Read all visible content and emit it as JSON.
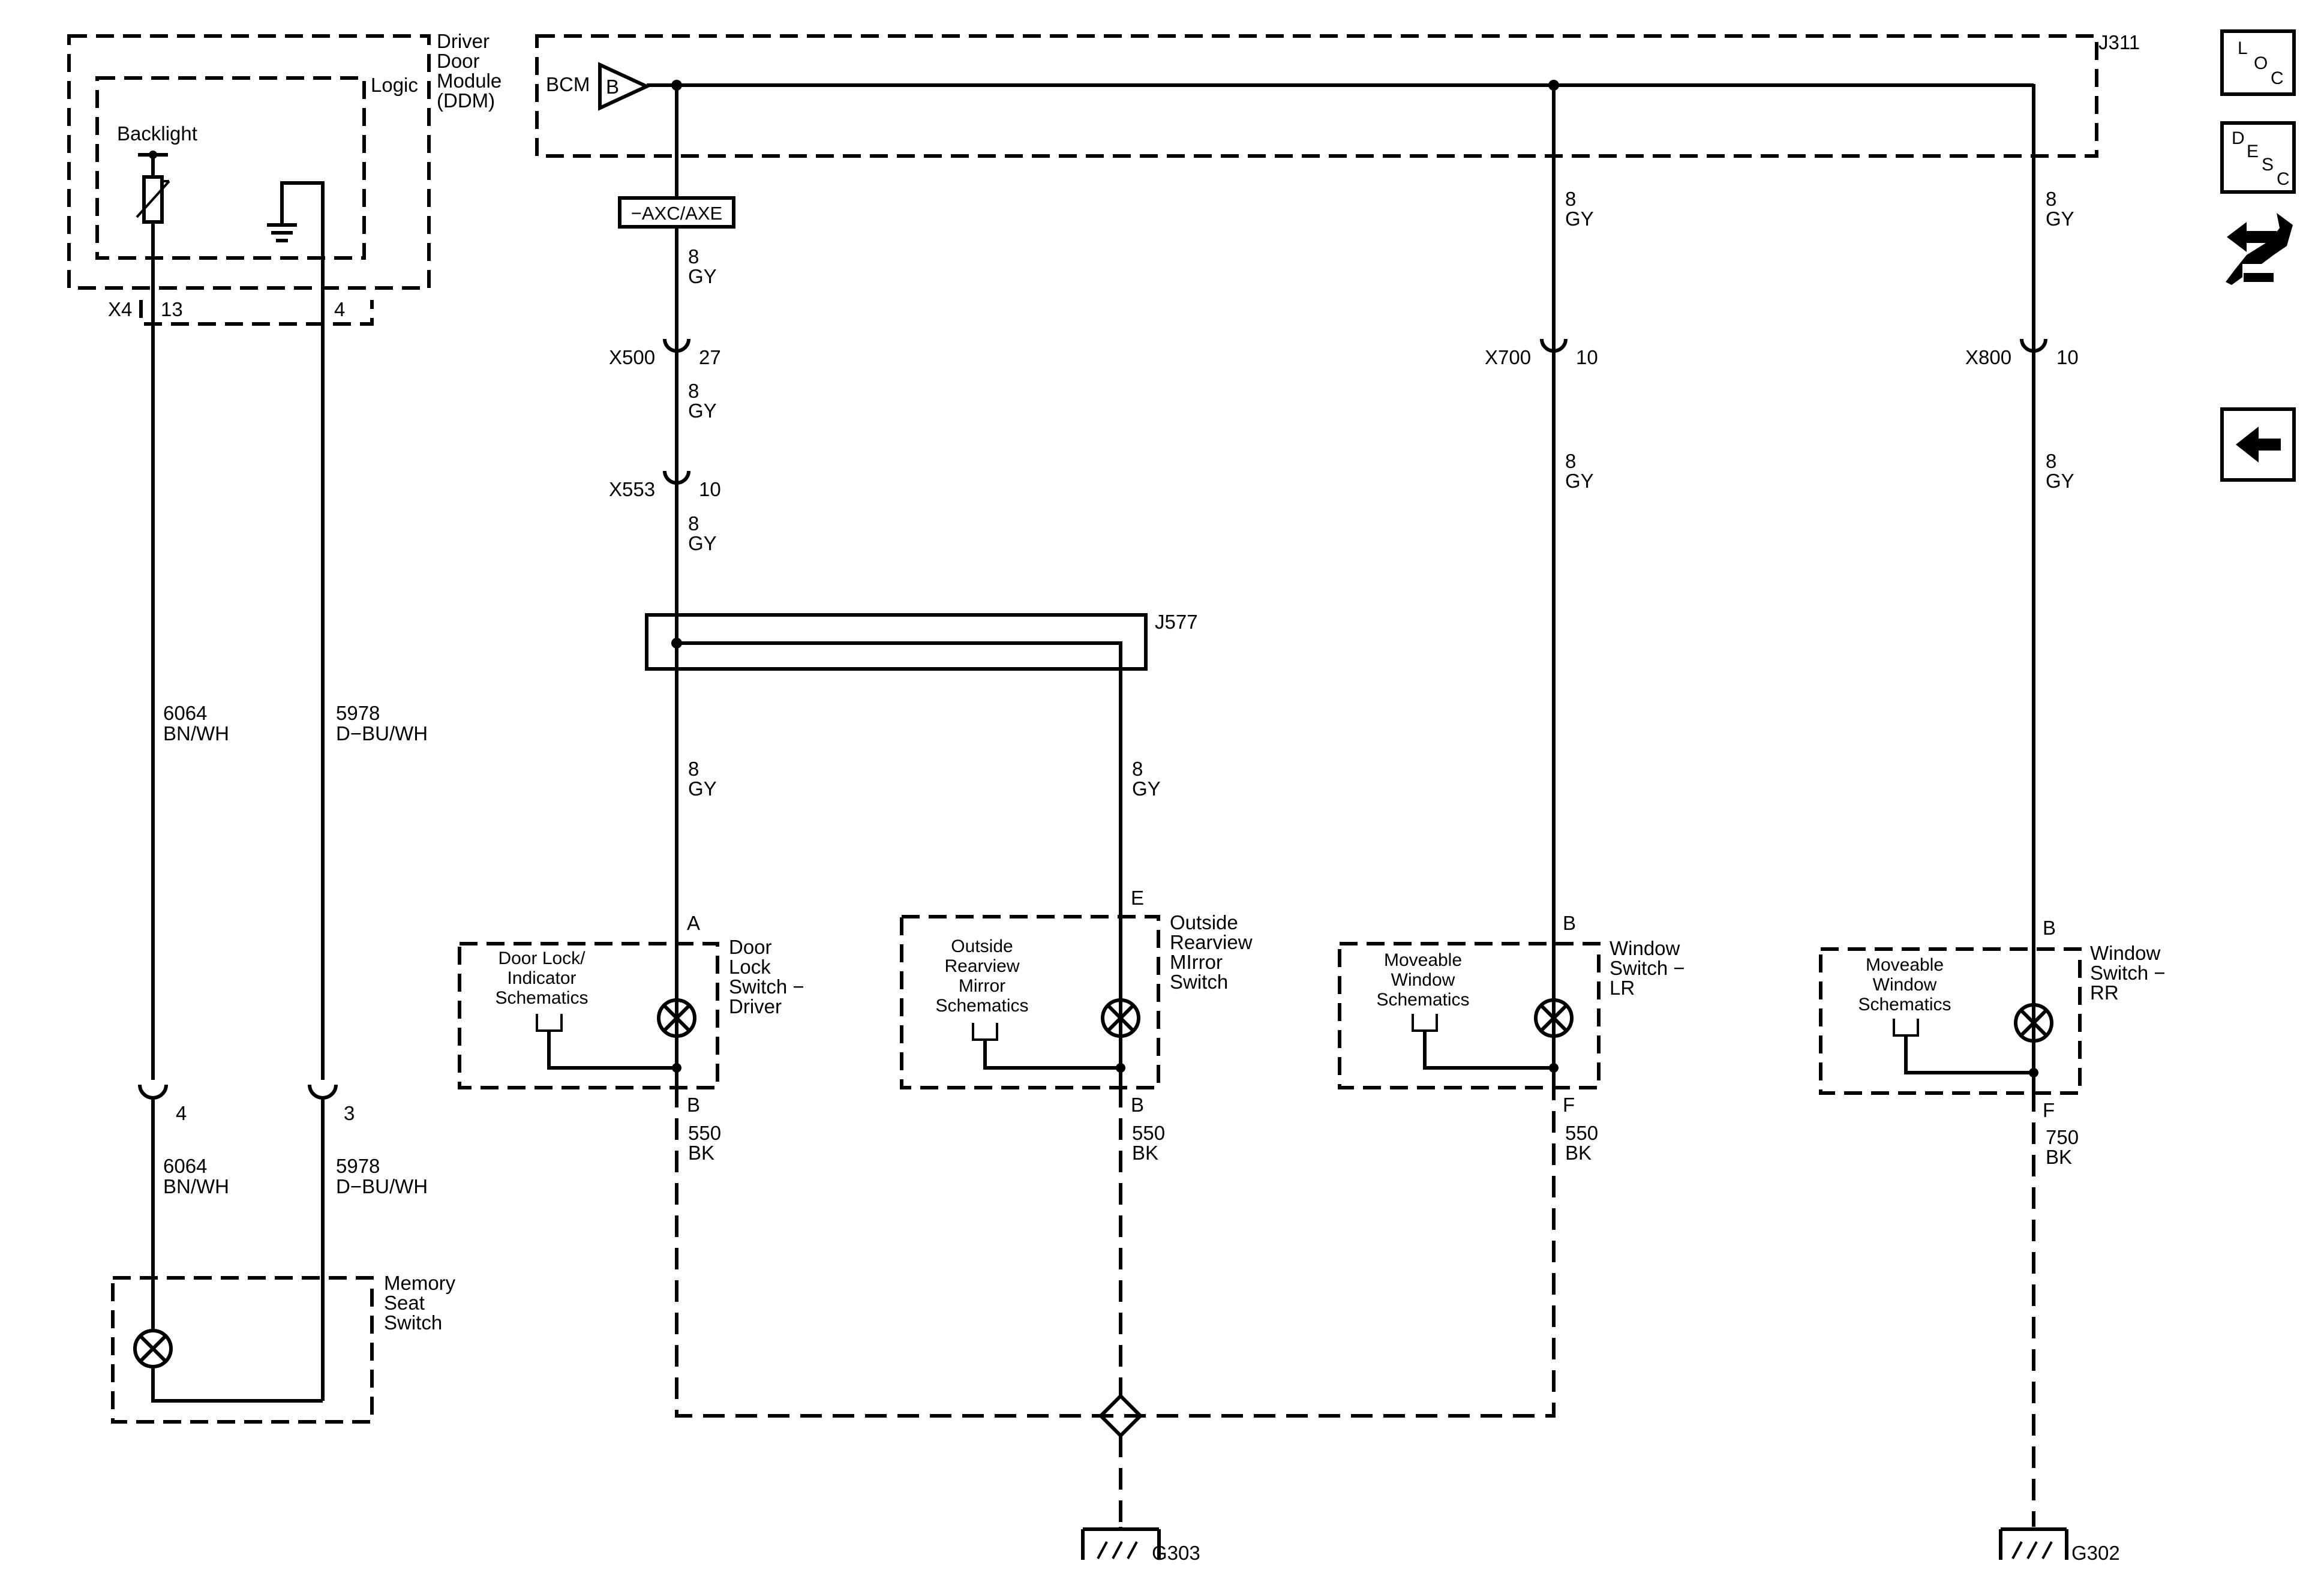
{
  "ddm": {
    "title_lines": [
      "Driver",
      "Door",
      "Module",
      "(DDM)"
    ],
    "logic_label": "Logic",
    "backlight_label": "Backlight",
    "connector": "X4",
    "pin_13": "13",
    "pin_4": "4"
  },
  "bcm": {
    "label": "BCM",
    "pin": "B",
    "splice": "J311"
  },
  "option_code": "−AXC/AXE",
  "connectors": {
    "x500": {
      "id": "X500",
      "pin": "27"
    },
    "x553": {
      "id": "X553",
      "pin": "10"
    },
    "x700": {
      "id": "X700",
      "pin": "10"
    },
    "x800": {
      "id": "X800",
      "pin": "10"
    },
    "memory_pin_4": "4",
    "memory_pin_3": "3"
  },
  "splice_j577": "J577",
  "wires": {
    "gy_size": "8",
    "gy_color": "GY",
    "bk_size_550": "550",
    "bk_size_750": "750",
    "bk_color": "BK",
    "w6064_num": "6064",
    "w6064_color": "BN/WH",
    "w5978_num": "5978",
    "w5978_color": "D−BU/WH"
  },
  "components": {
    "door_lock": {
      "ref_lines": [
        "Door Lock/",
        "Indicator",
        "Schematics"
      ],
      "name_lines": [
        "Door",
        "Lock",
        "Switch −",
        "Driver"
      ],
      "pin_top": "A",
      "pin_bottom": "B"
    },
    "mirror": {
      "ref_lines": [
        "Outside",
        "Rearview",
        "Mirror",
        "Schematics"
      ],
      "name_lines": [
        "Outside",
        "Rearview",
        "MIrror",
        "Switch"
      ],
      "pin_top": "E",
      "pin_bottom": "B"
    },
    "window_lr": {
      "ref_lines": [
        "Moveable",
        "Window",
        "Schematics"
      ],
      "name_lines": [
        "Window",
        "Switch −",
        "LR"
      ],
      "pin_top": "B",
      "pin_bottom": "F"
    },
    "window_rr": {
      "ref_lines": [
        "Moveable",
        "Window",
        "Schematics"
      ],
      "name_lines": [
        "Window",
        "Switch −",
        "RR"
      ],
      "pin_top": "B",
      "pin_bottom": "F"
    },
    "memory_seat": {
      "name_lines": [
        "Memory",
        "Seat",
        "Switch"
      ]
    }
  },
  "grounds": {
    "g303": "G303",
    "g302": "G302"
  },
  "nav": {
    "loc_letters": [
      "L",
      "O",
      "C"
    ],
    "desc_letters": [
      "D",
      "E",
      "S",
      "C"
    ],
    "connector_icon": "connector-end-view-icon",
    "back_icon": "back-arrow-icon"
  }
}
